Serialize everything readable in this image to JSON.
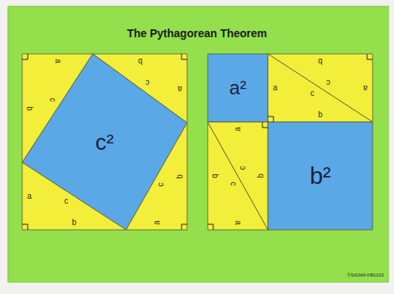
{
  "diagram": {
    "title": "The Pythagorean Theorem",
    "nodes": [
      {
        "text": [
          "a",
          "b",
          "c"
        ]
      },
      {
        "text": [
          "a",
          "b",
          "c"
        ]
      },
      {
        "text": [
          "c²"
        ]
      },
      {
        "text": [
          "a",
          "b",
          "c"
        ]
      },
      {
        "text": [
          "a",
          "b",
          "c"
        ]
      },
      {
        "text": [
          "a²"
        ]
      },
      {
        "text": [
          "a",
          "b",
          "c"
        ]
      },
      {
        "text": [
          "a",
          "b",
          "c"
        ]
      },
      {
        "text": [
          "a",
          "b",
          "c"
        ]
      },
      {
        "text": [
          "a",
          "b",
          "c"
        ]
      },
      {
        "text": [
          "b²"
        ]
      }
    ],
    "labels": [
      "©SIGMA KB1103"
    ]
  }
}
